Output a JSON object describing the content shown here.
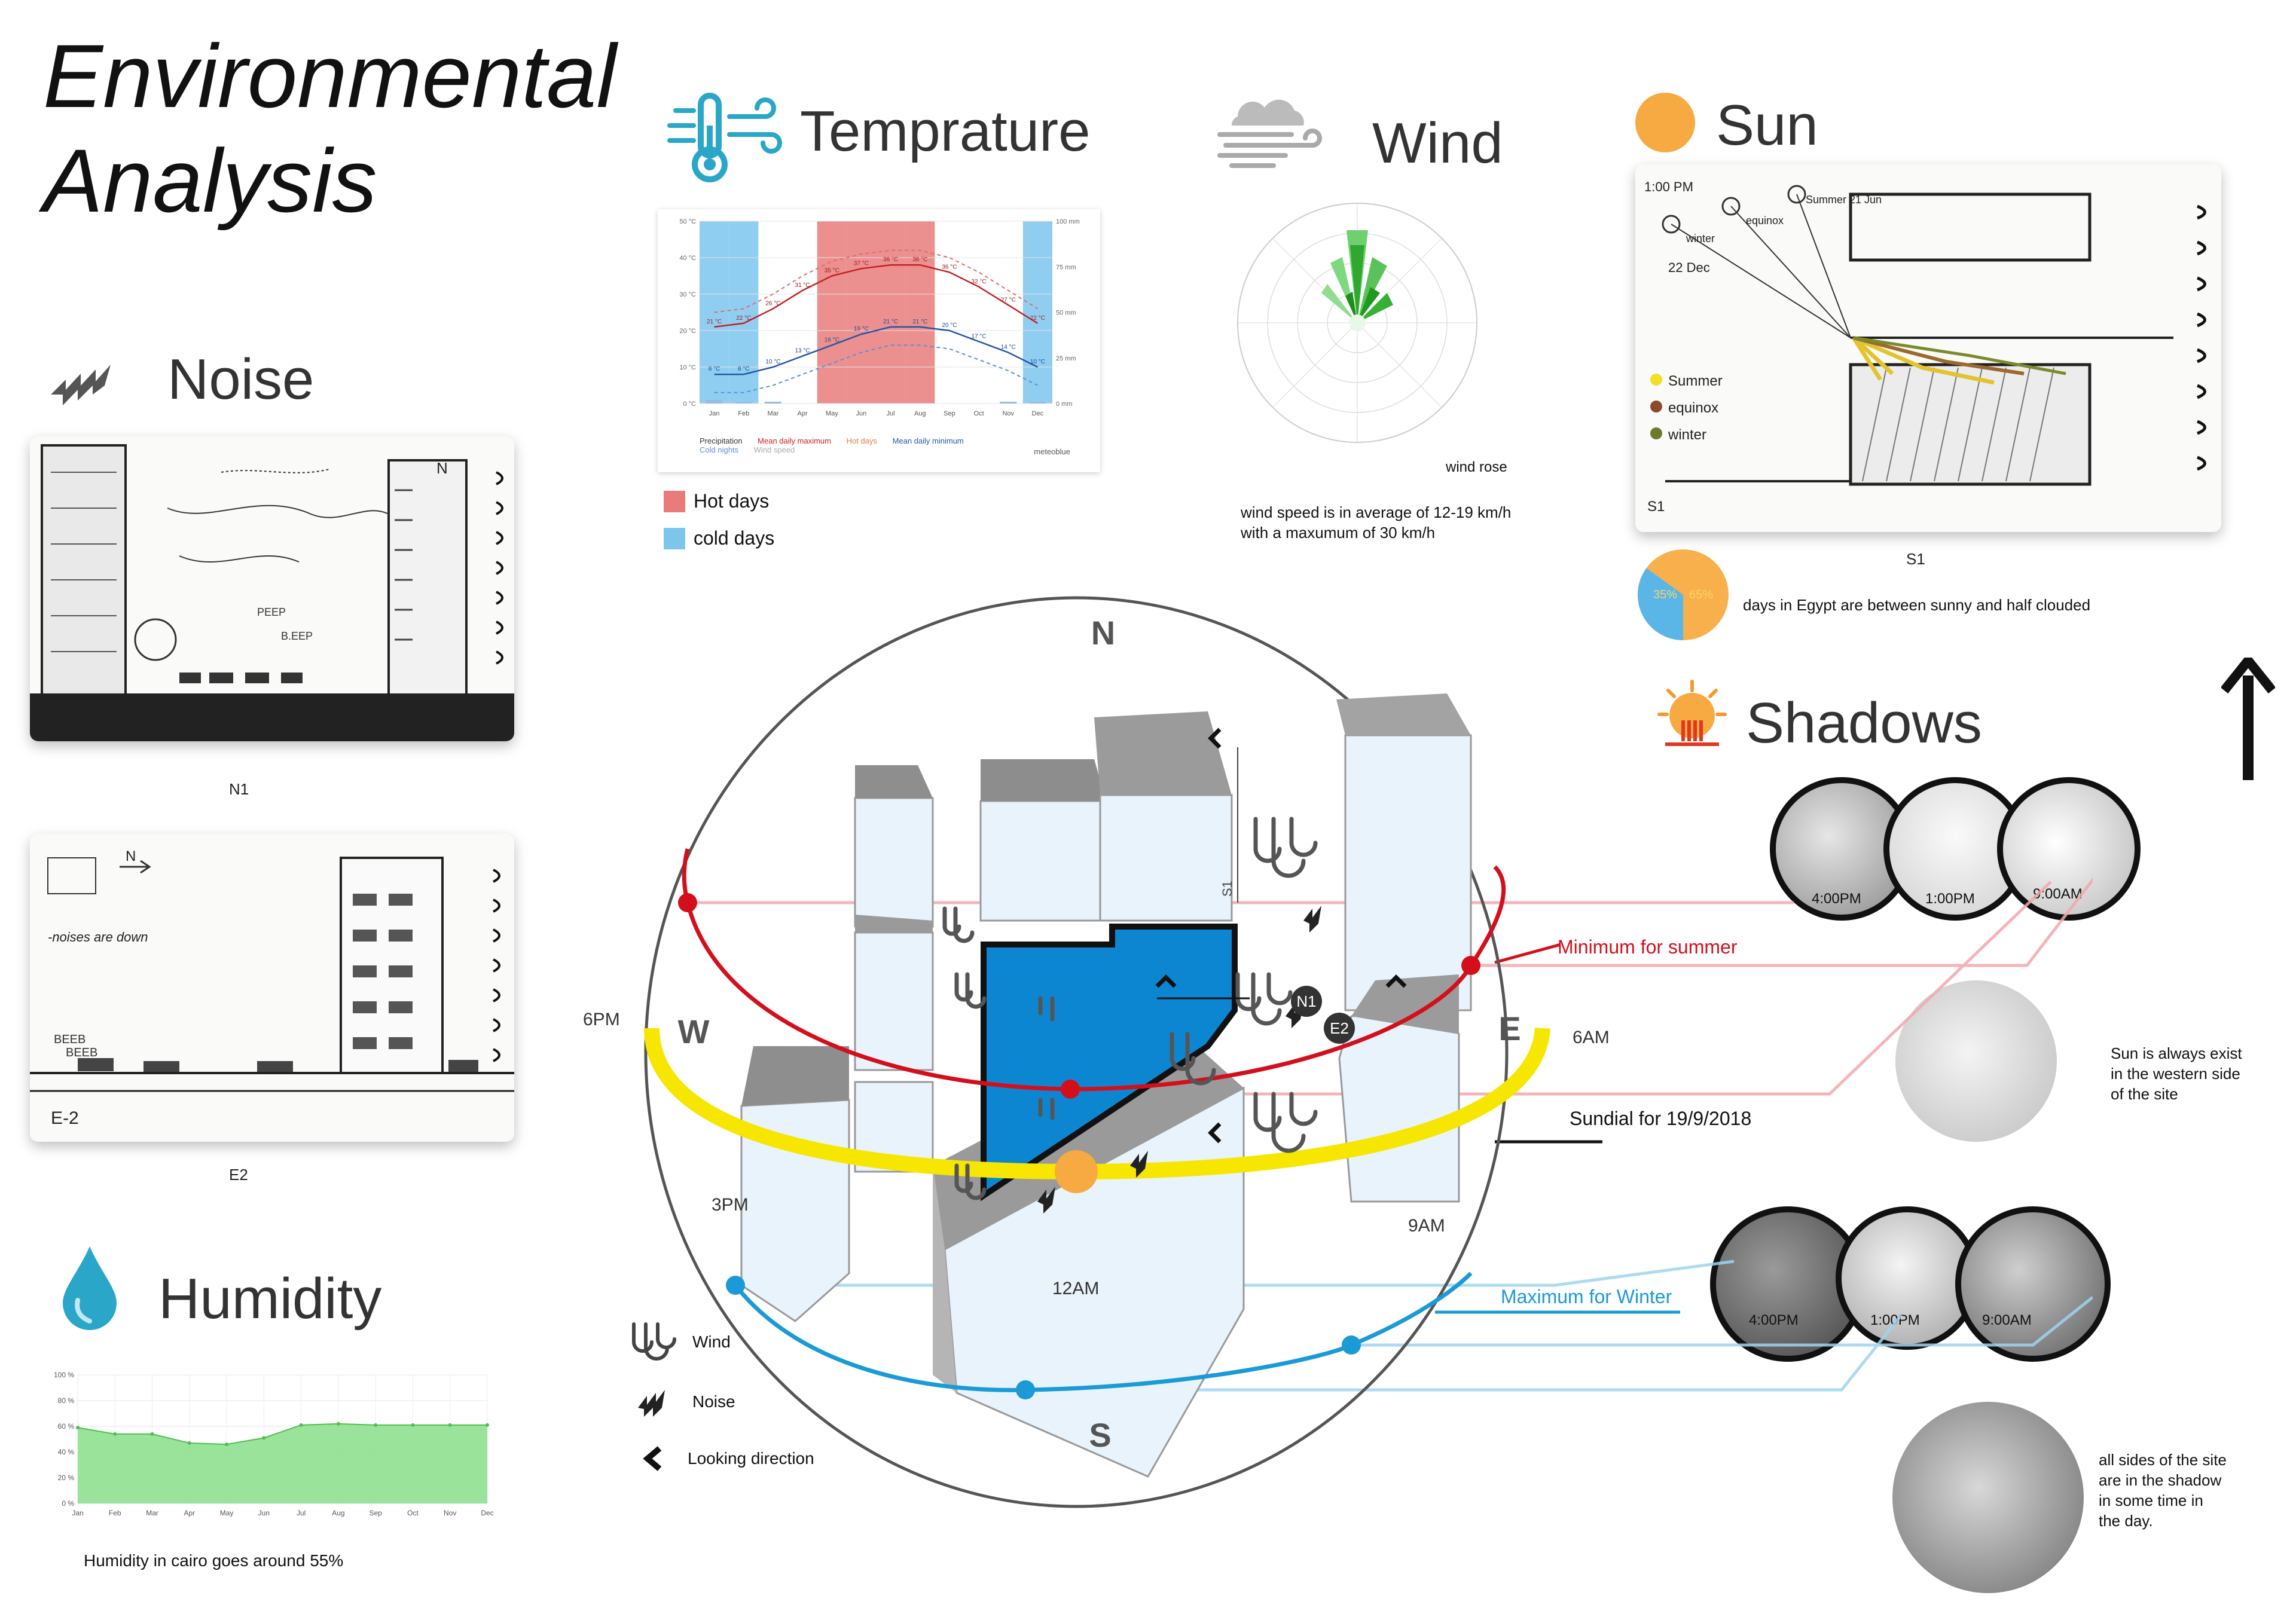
{
  "title_line1": "Environmental",
  "title_line2": "Analysis",
  "noise": {
    "title": "Noise",
    "caption_n1": "N1",
    "caption_e2": "E2",
    "sketch1_text": [
      "N",
      "PEEP",
      "B.EEP"
    ],
    "sketch2_text": [
      "N",
      "-noises are down",
      "BEEB",
      "BEEB",
      "E-2"
    ]
  },
  "humidity": {
    "title": "Humidity",
    "caption": "Humidity in cairo goes around 55%"
  },
  "temperature": {
    "title": "Temprature",
    "legend_hot": "Hot days",
    "legend_cold": "cold days",
    "chart_legend": [
      "Precipitation",
      "Mean daily maximum",
      "Hot days",
      "Mean daily minimum",
      "Cold nights",
      "Wind speed"
    ],
    "chart_brand": "meteoblue"
  },
  "wind": {
    "title": "Wind",
    "rose_label": "wind rose",
    "caption_line1": "wind speed is in average of 12-19 km/h",
    "caption_line2": "with a maxumum of 30 km/h"
  },
  "sun": {
    "title": "Sun",
    "caption_s1": "S1",
    "pie_caption": "days in Egypt are between sunny and half clouded",
    "pie_labels": [
      "35%",
      "65%"
    ],
    "sketch_text": [
      "1:00 PM",
      "Summer 21 Jun",
      "equinox",
      "winter",
      "22 Dec",
      "equinox",
      "Summer",
      "winter",
      "S1"
    ]
  },
  "shadows": {
    "title": "Shadows",
    "summer_times": [
      "4:00PM",
      "1:00PM",
      "9:00AM"
    ],
    "winter_times": [
      "4:00PM",
      "1:00PM",
      "9:00AM"
    ],
    "note1": [
      "Sun  is always exist",
      "in the western side",
      "of the site"
    ],
    "note2": [
      "all sides of the site",
      "are in the shadow",
      "in some time in",
      "the day."
    ]
  },
  "diagram": {
    "N": "N",
    "S": "S",
    "W": "W",
    "E": "E",
    "min_summer": "Minimum for summer",
    "sundial": "Sundial for 19/9/2018",
    "max_winter": "Maximum for Winter",
    "t_6pm": "6PM",
    "t_6am": "6AM",
    "t_3pm": "3PM",
    "t_9am": "9AM",
    "t_12am": "12AM",
    "label_n1": "N1",
    "label_e2": "E2",
    "label_s1": "S1"
  },
  "legend": {
    "wind": "Wind",
    "noise": "Noise",
    "looking": "Looking direction"
  },
  "colors": {
    "red": "#d40f1c",
    "yellow": "#f6e600",
    "blue": "#1a9ad6",
    "site": "#0d86d1",
    "orange": "#f7aa42"
  },
  "chart_data": [
    {
      "type": "line",
      "title": "",
      "x": [
        "Jan",
        "Feb",
        "Mar",
        "Apr",
        "May",
        "Jun",
        "Jul",
        "Aug",
        "Sep",
        "Oct",
        "Nov",
        "Dec"
      ],
      "series": [
        {
          "name": "Mean daily maximum",
          "values": [
            21,
            22,
            26,
            31,
            35,
            37,
            38,
            38,
            36,
            32,
            27,
            22
          ]
        },
        {
          "name": "Mean daily minimum",
          "values": [
            8,
            8,
            10,
            13,
            16,
            19,
            21,
            21,
            20,
            17,
            14,
            10
          ]
        },
        {
          "name": "Precipitation",
          "values": [
            2,
            1,
            1,
            0,
            0,
            0,
            0,
            0,
            0,
            0,
            1,
            1
          ]
        }
      ],
      "ylim": [
        0,
        50
      ],
      "y2lim": [
        0,
        100
      ],
      "y_ticks": [
        "50 °C",
        "40 °C",
        "30 °C",
        "20 °C",
        "10 °C",
        "0 °C"
      ],
      "y2_ticks": [
        "100 mm",
        "75 mm",
        "50 mm",
        "25 mm",
        "0 mm"
      ],
      "max_labels": [
        "21 °C",
        "22 °C",
        "26 °C",
        "31 °C",
        "35 °C",
        "37 °C",
        "38 °C",
        "38 °C",
        "36 °C",
        "32 °C",
        "27 °C",
        "22 °C"
      ],
      "min_labels": [
        "8 °C",
        "8 °C",
        "10 °C",
        "13 °C",
        "16 °C",
        "19 °C",
        "21 °C",
        "21 °C",
        "20 °C",
        "17 °C",
        "14 °C",
        "10 °C"
      ]
    },
    {
      "type": "area",
      "title": "",
      "x": [
        "Jan",
        "Feb",
        "Mar",
        "Apr",
        "May",
        "Jun",
        "Jul",
        "Aug",
        "Sep",
        "Oct",
        "Nov",
        "Dec"
      ],
      "values": [
        59,
        54,
        54,
        47,
        46,
        51,
        61,
        62,
        61,
        61,
        61,
        61
      ],
      "ylim": [
        0,
        100
      ],
      "y_ticks": [
        "100 %",
        "80 %",
        "60 %",
        "40 %",
        "20 %",
        "0 %"
      ]
    },
    {
      "type": "pie",
      "values": [
        35,
        65
      ],
      "labels": [
        "35%",
        "65%"
      ]
    }
  ]
}
